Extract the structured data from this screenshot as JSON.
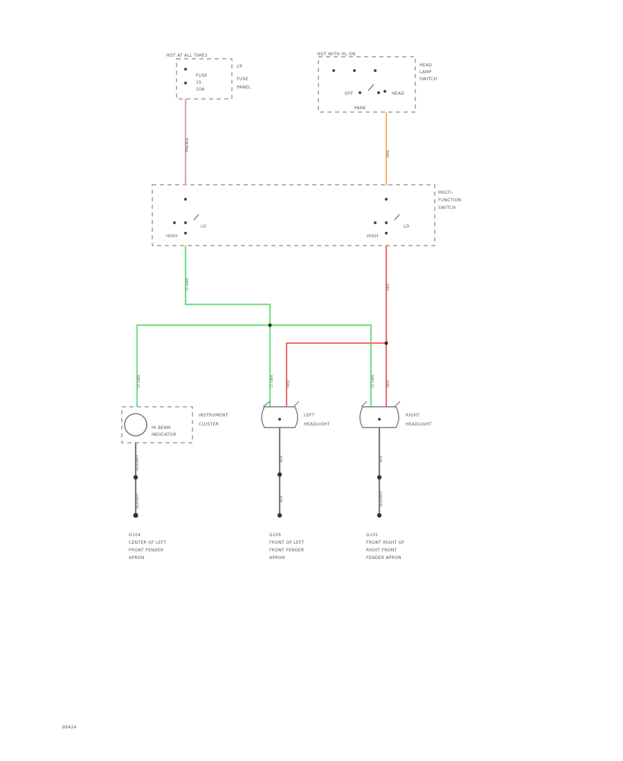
{
  "colors": {
    "red": "#f26b6b",
    "green": "#73e07c",
    "orange": "#f7b56a",
    "pink": "#e0a3a8",
    "gray": "#9a9a9a"
  },
  "labels": {
    "fuse_header": "HOT AT ALL TIMES",
    "fuse_line1": "FUSE",
    "fuse_line2": "15",
    "fuse_line3": "10A",
    "fuse_side1": "I/P",
    "fuse_side2": "FUSE",
    "fuse_side3": "PANEL",
    "lamp_header": "HOT WITH HL ON",
    "lamp_side1": "HEAD",
    "lamp_side2": "LAMP",
    "lamp_side3": "SWITCH",
    "lamp_off": "OFF",
    "lamp_on": "HEAD",
    "lamp_bottom": "PARK",
    "mf_side1": "MULTI-",
    "mf_side2": "FUNCTION",
    "mf_side3": "SWITCH",
    "mf_lo_left": "LO",
    "mf_hi_left": "HIGH",
    "mf_lo_right": "LO",
    "mf_hi_right": "HIGH",
    "ind_line1": "HI BEAM",
    "ind_line2": "INDICATOR",
    "cluster1": "INSTRUMENT",
    "cluster2": "CLUSTER",
    "lh1": "LEFT",
    "lh2": "HEADLIGHT",
    "rh1": "RIGHT",
    "rh2": "HEADLIGHT",
    "g1_id": "G104",
    "g1_l1": "CENTER OF LEFT",
    "g1_l2": "FRONT FENDER",
    "g1_l3": "APRON",
    "g2_id": "G105",
    "g2_l1": "FRONT OF LEFT",
    "g2_l2": "FRONT FENDER",
    "g2_l3": "APRON",
    "g3_id": "G101",
    "g3_l1": "FRONT RIGHT OF",
    "g3_l2": "RIGHT FRONT",
    "g3_l3": "FENDER APRON",
    "footer_code": "99424",
    "wire_pk": "PNK/BLK",
    "wire_or": "ORG",
    "wire_lgn": "LT GRN",
    "wire_rd": "RED",
    "wire_blk": "BLK",
    "wire_blkwht": "BLK/WHT"
  }
}
